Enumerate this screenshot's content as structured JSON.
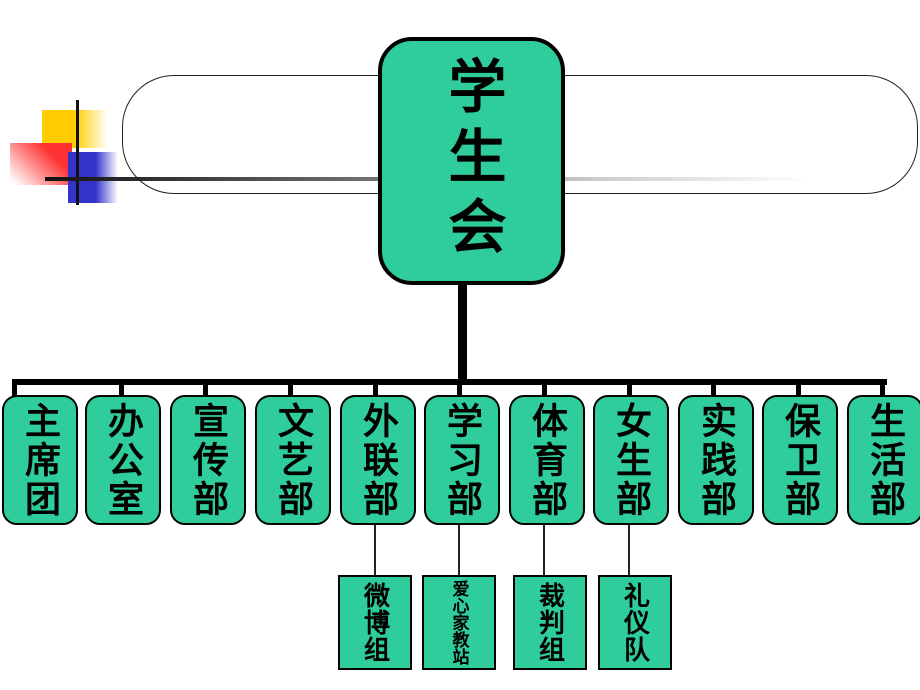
{
  "slide": {
    "title_placeholder_text": ""
  },
  "colors": {
    "node_fill": "#2FCD9B",
    "node_border": "#000000",
    "accent_yellow": "#FFCC00",
    "accent_red": "#FF3333",
    "accent_blue": "#3333CC",
    "connector": "#000000"
  },
  "org_chart": {
    "root": {
      "label": "学生会"
    },
    "departments": [
      {
        "label": "主席团"
      },
      {
        "label": "办公室"
      },
      {
        "label": "宣传部"
      },
      {
        "label": "文艺部"
      },
      {
        "label": "外联部",
        "child": "微博组"
      },
      {
        "label": "学习部",
        "child": "爱心家教站"
      },
      {
        "label": "体育部",
        "child": "裁判组"
      },
      {
        "label": "女生部",
        "child": "礼仪队"
      },
      {
        "label": "实践部"
      },
      {
        "label": "保卫部"
      },
      {
        "label": "生活部"
      }
    ],
    "subgroups": [
      {
        "label": "微博组",
        "parent": "外联部"
      },
      {
        "label": "爱心家教站",
        "parent": "学习部"
      },
      {
        "label": "裁判组",
        "parent": "体育部"
      },
      {
        "label": "礼仪队",
        "parent": "女生部"
      }
    ]
  }
}
